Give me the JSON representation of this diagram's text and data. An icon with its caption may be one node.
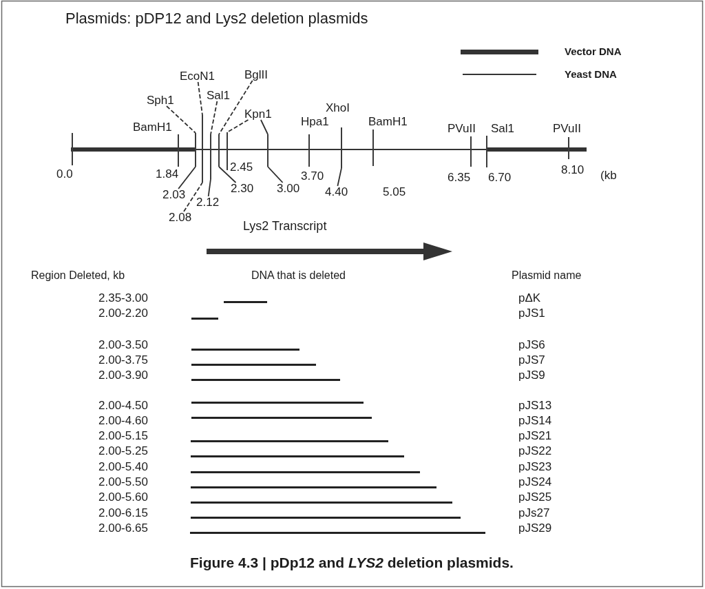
{
  "diagram": {
    "title": "Plasmids: pDP12 and Lys2 deletion plasmids",
    "caption": "Figure 4.3 | pDp12 and *LYS2* deletion plasmids.",
    "nodes": [
      {
        "text": [
          "Sph1"
        ]
      },
      {
        "text": [
          "EcoN1"
        ]
      },
      {
        "text": [
          "Sal1"
        ]
      },
      {
        "text": [
          "BglII"
        ]
      },
      {
        "text": [
          "Kpn1"
        ]
      },
      {
        "text": [],
        "shape": "tick",
        "beside": [
          "0.0"
        ]
      },
      {
        "text": [],
        "shape": "tick",
        "beside": [
          "BamH1",
          "1.84"
        ]
      },
      {
        "text": [],
        "shape": "tick"
      },
      {
        "text": [],
        "shape": "tick"
      },
      {
        "text": [],
        "shape": "tick"
      },
      {
        "text": [],
        "shape": "tick"
      },
      {
        "text": [],
        "shape": "tick",
        "beside": [
          "2.45"
        ]
      },
      {
        "text": [],
        "shape": "tick"
      },
      {
        "text": [],
        "shape": "tick",
        "beside": [
          "Hpa1",
          "3.70"
        ]
      },
      {
        "text": [],
        "shape": "tick",
        "beside": [
          "XhoI"
        ]
      },
      {
        "text": [],
        "shape": "tick",
        "beside": [
          "BamH1",
          "5.05"
        ]
      },
      {
        "text": [],
        "shape": "tick",
        "beside": [
          "PVuII",
          "6.35"
        ]
      },
      {
        "text": [],
        "shape": "tick",
        "beside": [
          "Sal1",
          "6.70"
        ]
      },
      {
        "text": [],
        "shape": "tick",
        "beside": [
          "PVuII",
          "8.10"
        ]
      },
      {
        "text": [
          "2.03"
        ]
      },
      {
        "text": [
          "2.08"
        ]
      },
      {
        "text": [
          "2.12"
        ]
      },
      {
        "text": [
          "2.30"
        ]
      },
      {
        "text": [
          "3.00"
        ]
      },
      {
        "text": [
          "4.40"
        ]
      },
      {
        "text": [],
        "shape": "bar"
      },
      {
        "text": [],
        "shape": "bar"
      },
      {
        "text": [],
        "shape": "bar"
      }
    ],
    "edges": [
      {
        "from": 0,
        "to": 7,
        "arrow": "none",
        "style": "dashed"
      },
      {
        "from": 1,
        "to": 8,
        "arrow": "none",
        "style": "dashed"
      },
      {
        "from": 2,
        "to": 9,
        "arrow": "none",
        "style": "dashed"
      },
      {
        "from": 3,
        "to": 10,
        "arrow": "none",
        "style": "dashed"
      },
      {
        "from": 4,
        "to": 11,
        "arrow": "none",
        "style": "dashed"
      },
      {
        "from": 4,
        "to": 12,
        "arrow": "none"
      },
      {
        "from": 19,
        "to": 7,
        "arrow": "none"
      },
      {
        "from": 20,
        "to": 8,
        "arrow": "none",
        "style": "dashed"
      },
      {
        "from": 21,
        "to": 9,
        "arrow": "none"
      },
      {
        "from": 22,
        "to": 10,
        "arrow": "none"
      },
      {
        "from": 23,
        "to": 12,
        "arrow": "none"
      },
      {
        "from": 24,
        "to": 14,
        "arrow": "none"
      }
    ],
    "labels": [
      "(kb",
      "Lys2 Transcript",
      "Region Deleted, kb",
      "DNA that is deleted",
      "Plasmid name",
      "2.35-3.00",
      "pΔK",
      "2.00-2.20",
      "pJS1",
      "2.00-3.50",
      "pJS6",
      "2.00-3.75",
      "pJS7",
      "2.00-3.90",
      "pJS9",
      "2.00-4.50",
      "pJS13",
      "2.00-4.60",
      "pJS14",
      "2.00-5.15",
      "pJS21",
      "2.00-5.25",
      "pJS22",
      "2.00-5.40",
      "pJS23",
      "2.00-5.50",
      "pJS24",
      "2.00-5.60",
      "pJS25",
      "2.00-6.15",
      "pJs27",
      "2.00-6.65",
      "pJS29"
    ],
    "legend": [
      {
        "text": "Vector DNA"
      },
      {
        "text": "Yeast DNA"
      }
    ]
  }
}
